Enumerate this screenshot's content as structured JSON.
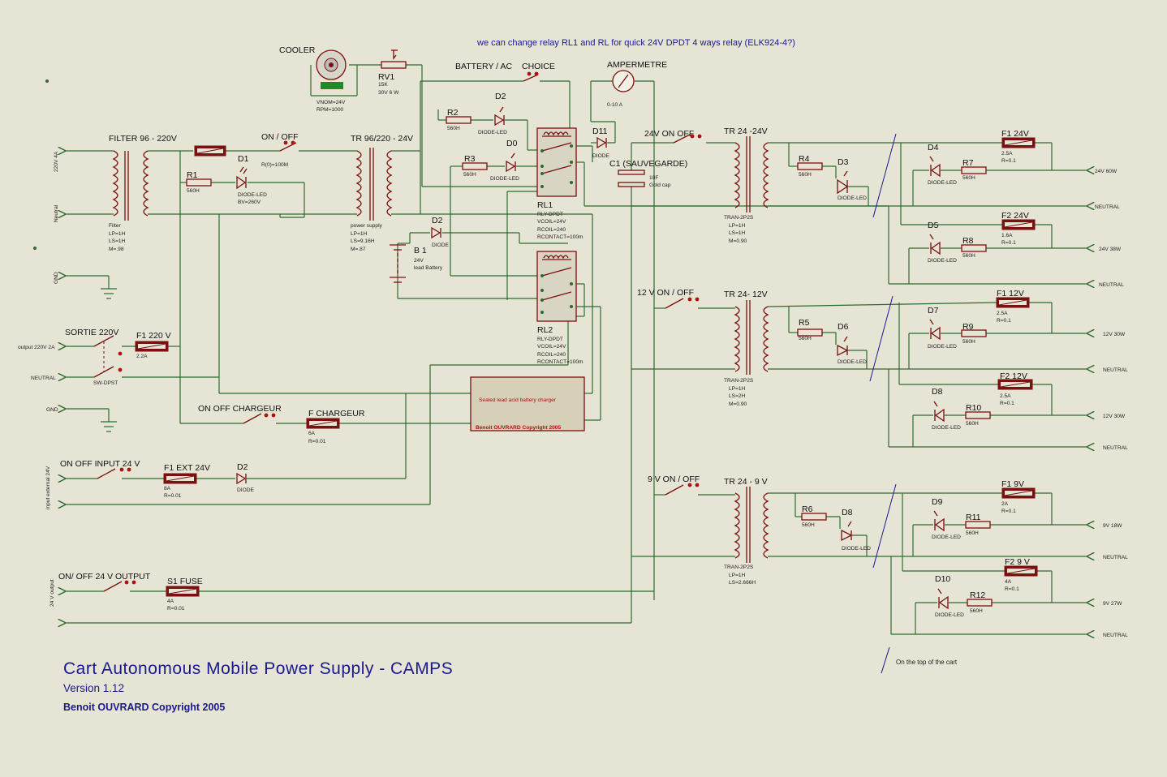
{
  "note": "we can change relay RL1 and RL for quick 24V DPDT 4 ways relay (ELK924-4?)",
  "title": "Cart  Autonomous  Mobile  Power  Supply  - CAMPS",
  "version": "Version 1.12",
  "copyright": "Benoit OUVRARD Copyright 2005",
  "top_of_cart": "On the top of the cart",
  "colors": {
    "wire": "#2e6b2e",
    "component": "#7a1010",
    "text_blue": "#1a1a8c",
    "background": "#e6e4d5"
  },
  "labels": {
    "cooler": "COOLER",
    "cooler_spec1": "VNOM=24V",
    "cooler_spec2": "RPM=1000",
    "rv1": "RV1",
    "rv1_val": "15K",
    "rv1_val2": "30V 6 W",
    "battery_ac": "BATTERY / AC",
    "choice": "CHOICE",
    "ampermetre": "AMPERMETRE",
    "amp_range": "0-10 A",
    "filter": "FILTER 96 - 220V",
    "filter_p1": "Filter",
    "filter_p2": "LP=1H",
    "filter_p3": "LS=1H",
    "filter_p4": "M=.98",
    "r1": "R1",
    "r1_val": "560H",
    "d1": "D1",
    "d1_type": "DIODE-LED",
    "d1_bv": "BV=260V",
    "on_off": "ON / OFF",
    "r0": "R(0)=100M",
    "tr96": "TR 96/220 - 24V",
    "tr96_p1": "power supply",
    "tr96_p2": "LP=1H",
    "tr96_p3": "LS=9.16H",
    "tr96_p4": "M=.87",
    "r2": "R2",
    "r2_val": "560H",
    "d2a": "D2",
    "d2a_type": "DIODE-LED",
    "r3": "R3",
    "r3_val": "560H",
    "d0": "D0",
    "d0_type": "DIODE-LED",
    "d2b": "D2",
    "d2b_type": "DIODE",
    "b1": "B 1",
    "b1_val": "24V",
    "b1_type": "lead Battery",
    "rl1": "RL1",
    "rl1_p1": "RLY-DPDT",
    "rl1_p2": "VCOIL=24V",
    "rl1_p3": "RCOIL=240",
    "rl1_p4": "RCONTACT=100m",
    "rl2": "RL2",
    "rl2_p1": "RLY-DPDT",
    "rl2_p2": "VCOIL=24V",
    "rl2_p3": "RCOIL=240",
    "rl2_p4": "RCONTACT=100m",
    "d11": "D11",
    "d11_type": "DIODE",
    "c1": "C1 (SAUVEGARDE)",
    "c1_val": "10F",
    "c1_type": "Gold cap",
    "sw24": "24V ON OFF",
    "sw12": "12 V ON / OFF",
    "sw9": "9 V ON / OFF",
    "tr24_24": "TR 24 -24V",
    "tr24_24_p1": "TRAN-2P2S",
    "tr24_24_p2": "LP=1H",
    "tr24_24_p3": "LS=1H",
    "tr24_24_p4": "M=0.90",
    "tr24_12": "TR 24- 12V",
    "tr24_12_p1": "TRAN-2P2S",
    "tr24_12_p2": "LP=1H",
    "tr24_12_p3": "LS=2H",
    "tr24_12_p4": "M=0.90",
    "tr24_9": "TR 24 - 9 V",
    "tr24_9_p1": "TRAN-2P2S",
    "tr24_9_p2": "LP=1H",
    "tr24_9_p3": "LS=2.666H",
    "r4": "R4",
    "r4_val": "560H",
    "d3": "D3",
    "d3_type": "DIODE-LED",
    "r5": "R5",
    "r5_val": "560H",
    "d6": "D6",
    "d6_type": "DIODE-LED",
    "r6": "R6",
    "r6_val": "560H",
    "d8": "D8",
    "d8_type": "DIODE-LED",
    "d4": "D4",
    "d4_type": "DIODE-LED",
    "r7": "R7",
    "r7_val": "560H",
    "f1_24": "F1 24V",
    "f1_24_p1": "2.5A",
    "f1_24_p2": "R=0.1",
    "out_24_60": "24V 60W",
    "d5": "D5",
    "d5_type": "DIODE-LED",
    "r8": "R8",
    "r8_val": "560H",
    "f2_24": "F2 24V",
    "f2_24_p1": "1.6A",
    "f2_24_p2": "R=0.1",
    "out_24_38": "24V 38W",
    "d7": "D7",
    "d7_type": "DIODE-LED",
    "r9": "R9",
    "r9_val": "560H",
    "f1_12": "F1 12V",
    "f1_12_p1": "2.5A",
    "f1_12_p2": "R=0.1",
    "out_12_30a": "12V 30W",
    "d8b": "D8",
    "d8b_type": "DIODE-LED",
    "r10": "R10",
    "r10_val": "560H",
    "f2_12": "F2 12V",
    "f2_12_p1": "2.5A",
    "f2_12_p2": "R=0.1",
    "out_12_30b": "12V 30W",
    "d9": "D9",
    "d9_type": "DIODE-LED",
    "r11": "R11",
    "r11_val": "560H",
    "f1_9": "F1 9V",
    "f1_9_p1": "2A",
    "f1_9_p2": "R=0.1",
    "out_9_18": "9V 18W",
    "d10": "D10",
    "d10_type": "DIODE-LED",
    "r12": "R12",
    "r12_val": "560H",
    "f2_9": "F2 9 V",
    "f2_9_p1": "4A",
    "f2_9_p2": "R=0.1",
    "out_9_27": "9V 27W",
    "neutral": "NEUTRAL",
    "neutral_low": "Neutral",
    "in_220": "220V 4A",
    "gnd": "GND",
    "sortie": "SORTIE 220V",
    "out220": "output 220V 2A",
    "sw_dpst": "SW-DPST",
    "f1_220": "F1 220 V",
    "f1_220_val": "2.2A",
    "charger": "Sealed lead acid battery charger",
    "charger_copy": "Benoit OUVRARD Copyright 2005",
    "on_off_chargeur": "ON OFF CHARGEUR",
    "f_chargeur": "F CHARGEUR",
    "f_chargeur_p1": "6A",
    "f_chargeur_p2": "R=0.01",
    "on_off_input": "ON OFF INPUT 24 V",
    "input_ext": "input external 24V",
    "f1_ext": "F1 EXT 24V",
    "f1_ext_p1": "8A",
    "f1_ext_p2": "R=0.01",
    "d2c": "D2",
    "d2c_type": "DIODE",
    "on_off_output": "ON/ OFF 24 V OUTPUT",
    "out24": "24 V output",
    "s1_fuse": "S1 FUSE",
    "s1_p1": "4A",
    "s1_p2": "R=0.01"
  }
}
